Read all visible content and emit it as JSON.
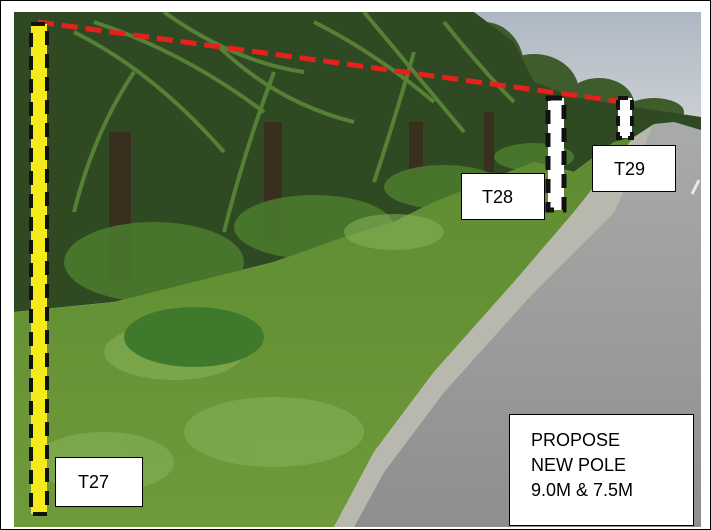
{
  "pole_labels": {
    "t27": "T27",
    "t28": "T28",
    "t29": "T29"
  },
  "proposal_note": {
    "line1": "PROPOSE",
    "line2": "NEW POLE",
    "line3": "9.0M & 7.5M"
  },
  "colors": {
    "overhead_line": "#e8201c",
    "existing_pole_fill": "#f5ea1a",
    "new_pole_fill": "#ffffff",
    "pole_dash": "#111111"
  },
  "icons": [
    "oil-palm-plantation",
    "roadside-grass",
    "asphalt-road"
  ]
}
